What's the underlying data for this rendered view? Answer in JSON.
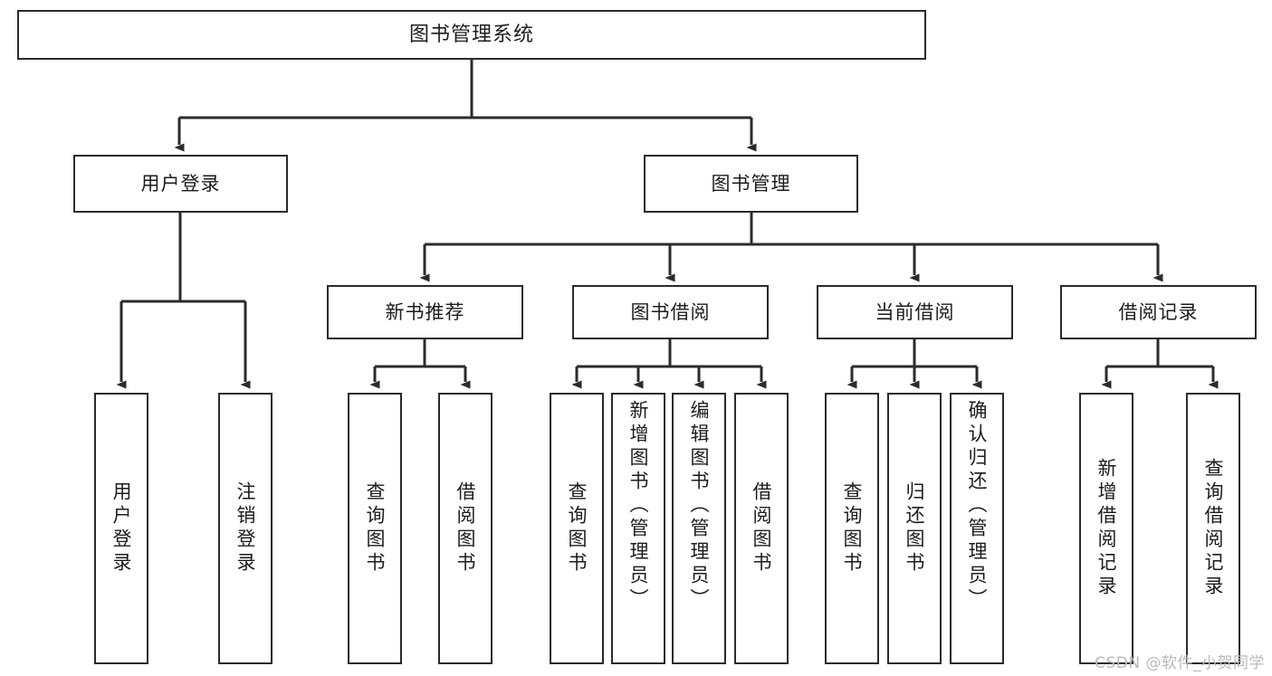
{
  "diagram": {
    "type": "tree",
    "title": "图书管理系统",
    "orientation": "top-down",
    "background_color": "#ffffff",
    "node_border_color": "#2b2b2b",
    "connector_color": "#2b2b2b"
  },
  "nodes": {
    "root": {
      "label": "图书管理系统"
    },
    "level2": [
      {
        "label": "用户登录"
      },
      {
        "label": "图书管理"
      }
    ],
    "level3": [
      {
        "label": "新书推荐"
      },
      {
        "label": "图书借阅"
      },
      {
        "label": "当前借阅"
      },
      {
        "label": "借阅记录"
      }
    ],
    "leaves": {
      "user_login": [
        {
          "label": "用户登录"
        },
        {
          "label": "注销登录"
        }
      ],
      "new_book_recommend": [
        {
          "label": "查询图书"
        },
        {
          "label": "借阅图书"
        }
      ],
      "book_borrow": [
        {
          "label": "查询图书"
        },
        {
          "label": "新增图书（管理员）"
        },
        {
          "label": "编辑图书（管理员）"
        },
        {
          "label": "借阅图书"
        }
      ],
      "current_borrow": [
        {
          "label": "查询图书"
        },
        {
          "label": "归还图书"
        },
        {
          "label": "确认归还（管理员）"
        }
      ],
      "borrow_record": [
        {
          "label": "新增借阅记录"
        },
        {
          "label": "查询借阅记录"
        }
      ]
    }
  },
  "watermark": {
    "text": "CSDN @软件_小贺同学"
  }
}
